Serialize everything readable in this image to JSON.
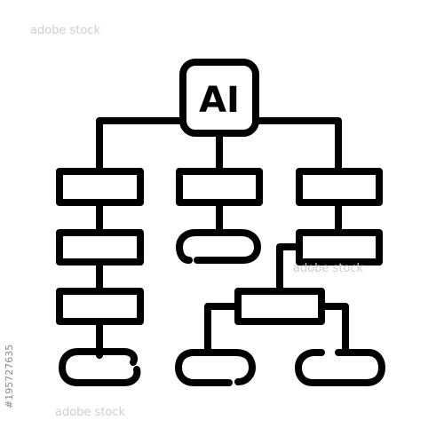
{
  "root_node": {
    "label": "AI"
  },
  "watermark": {
    "brand": "adobe stock",
    "image_id": "#195727635"
  },
  "colors": {
    "stroke": "#000000",
    "background": "#ffffff",
    "watermark": "#cfcfcf"
  }
}
